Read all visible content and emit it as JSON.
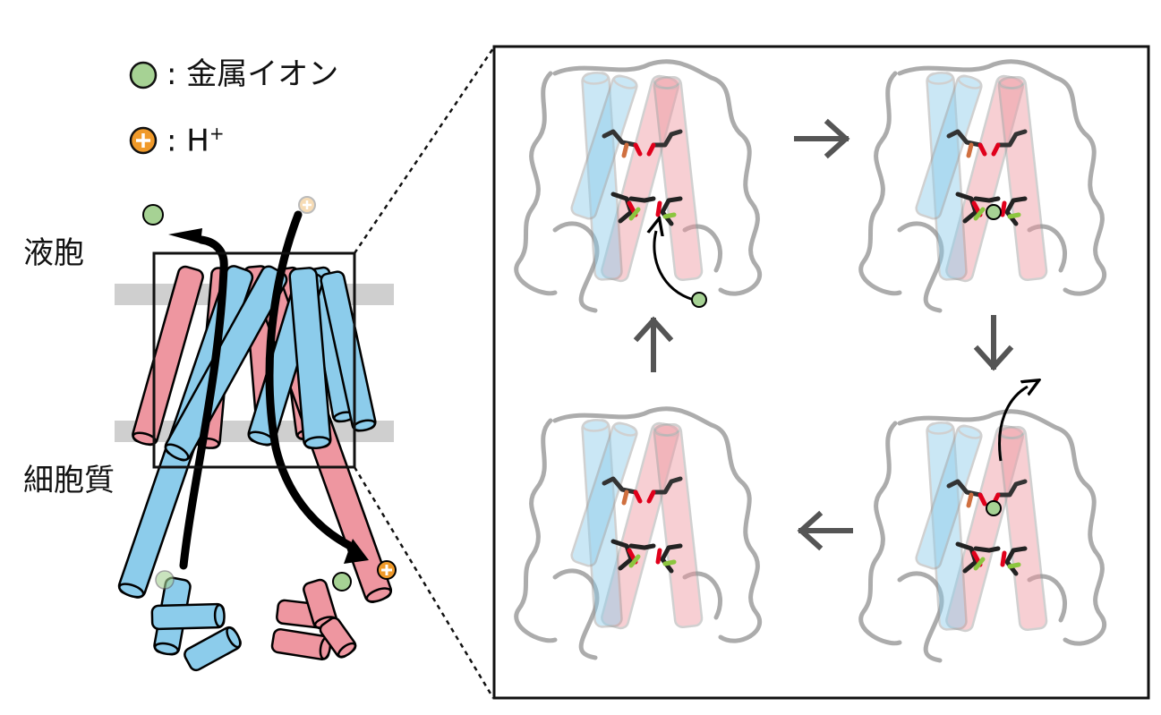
{
  "legend": {
    "metal_ion_label": ": 金属イオン",
    "proton_label": ": H",
    "proton_superscript": "+"
  },
  "compartments": {
    "vacuole": "液胞",
    "cytoplasm": "細胞質"
  },
  "colors": {
    "helix_pink": "#ee96a0",
    "helix_blue": "#8ccceb",
    "metal_ion": "#a6d294",
    "proton_fill": "#f09a2a",
    "membrane": "#cfcfcf",
    "panel_border": "#111111",
    "cycle_arrow": "#555555",
    "outline_gray": "#9e9e9e"
  },
  "icons": {
    "metal_ion": "green-circle-icon",
    "proton": "orange-plus-circle-icon"
  }
}
